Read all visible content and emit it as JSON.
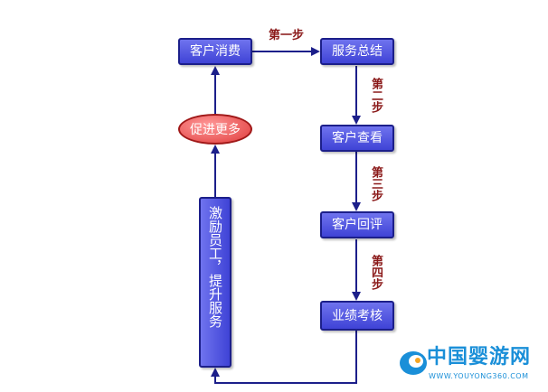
{
  "nodes": {
    "consume": "客户消费",
    "summary": "服务总结",
    "check": "客户查看",
    "review": "客户回评",
    "assess": "业绩考核",
    "incentive": "激励员工，提升服务",
    "promote": "促进更多"
  },
  "steps": {
    "step1": "第一步",
    "step2": "第二步",
    "step3": "第三步",
    "step4": "第四步"
  },
  "watermark": {
    "name": "中国婴游网",
    "url": "WWW.YOUYONG360.COM"
  },
  "colors": {
    "box_fill": "#4f53e0",
    "box_border": "#1c1f8a",
    "arrow": "#1c1f8a",
    "oval_fill": "#e85050",
    "step_text": "#8b1a1a",
    "brand": "#1a8fd8"
  }
}
